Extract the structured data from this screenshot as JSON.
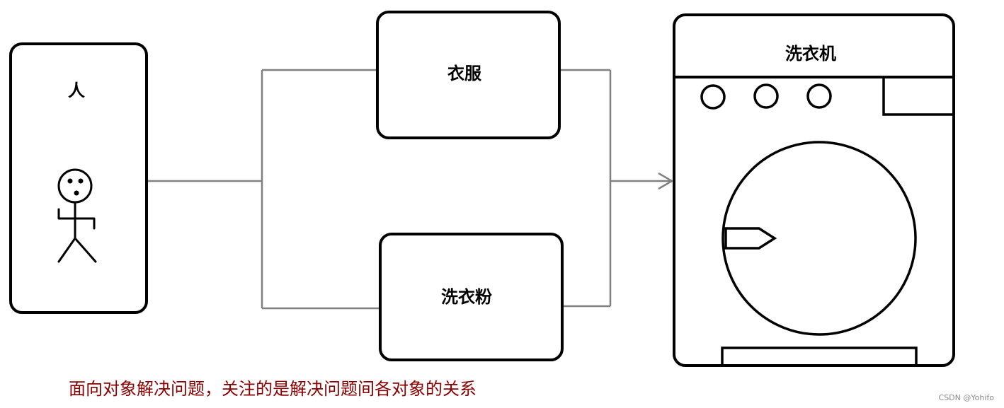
{
  "boxes": {
    "person": "人",
    "clothes": "衣服",
    "detergent": "洗衣粉",
    "washer": "洗衣机"
  },
  "caption": "面向对象解决问题，关注的是解决问题间各对象的关系",
  "watermark": "CSDN @Yohifo",
  "colors": {
    "outline": "#000000",
    "connector": "#808080",
    "caption": "#8b0000"
  }
}
